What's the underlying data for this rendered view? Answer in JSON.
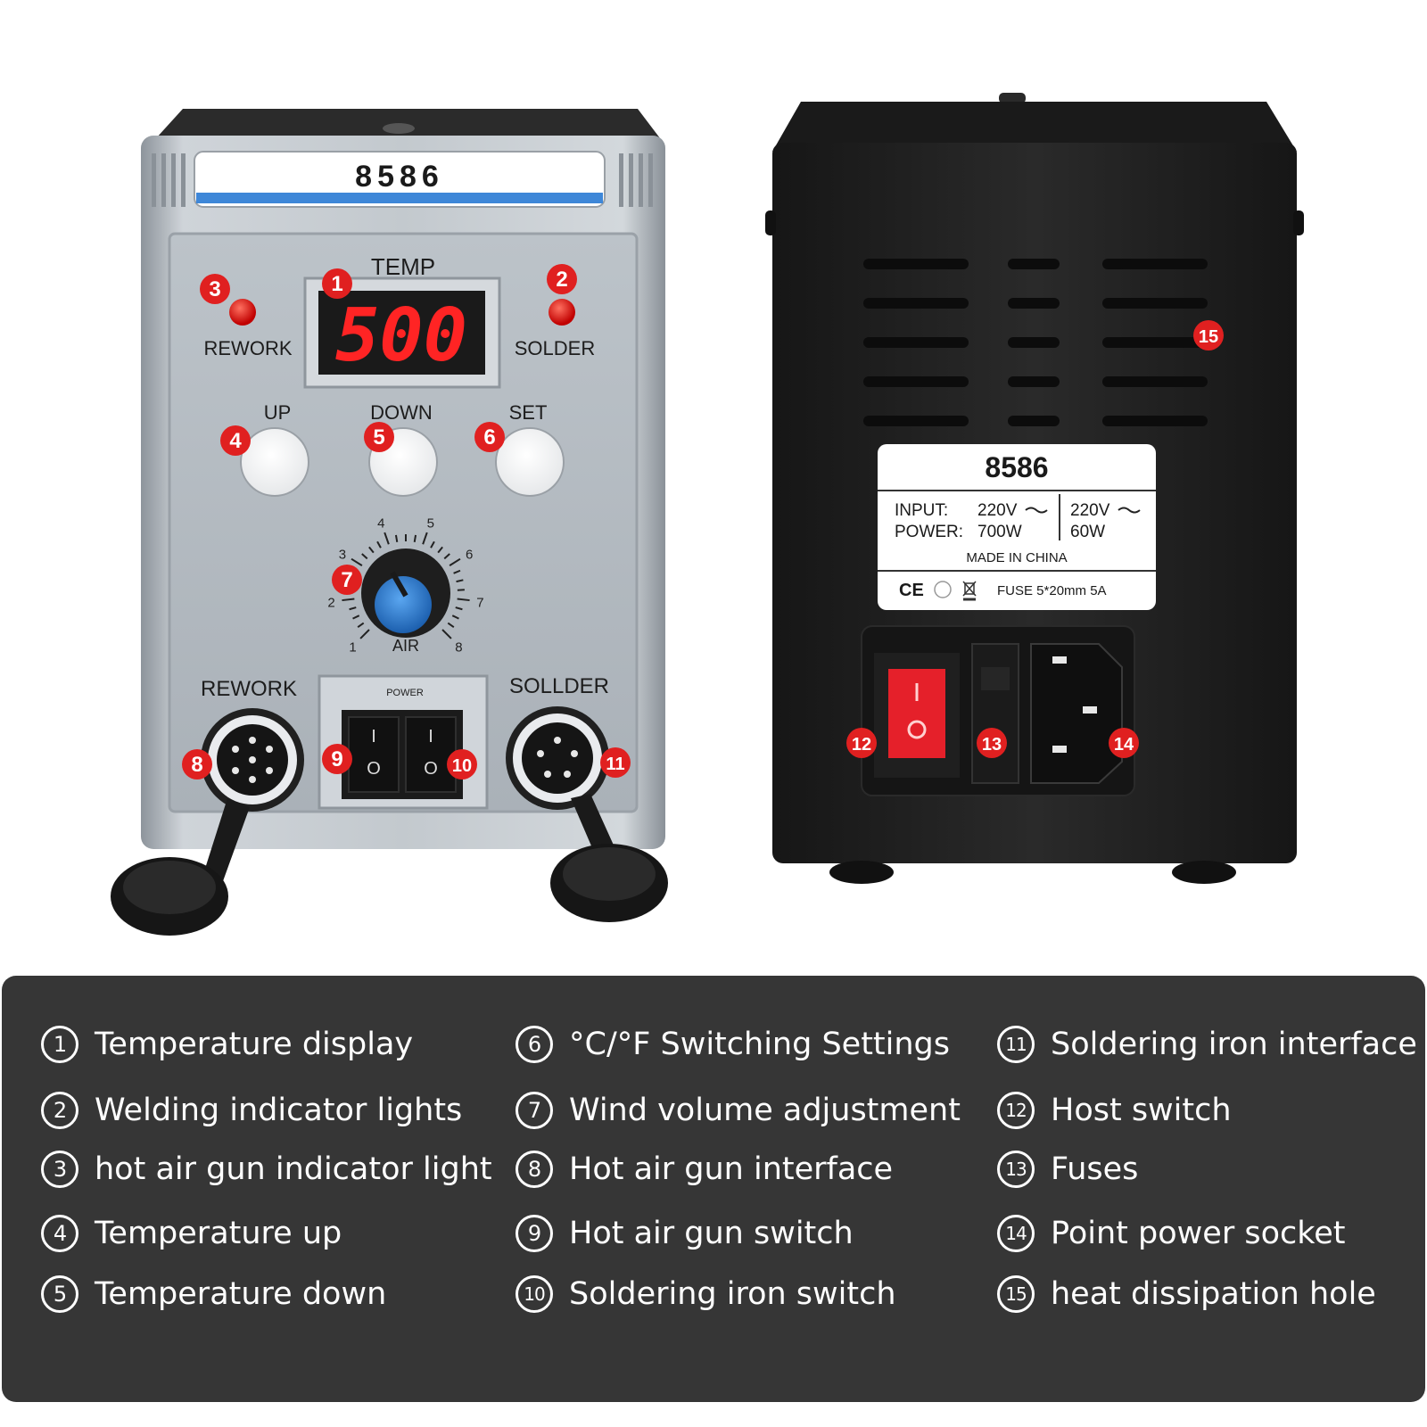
{
  "front_panel": {
    "model": "8586",
    "temp_label": "TEMP",
    "display_value": "500",
    "rework_light_label": "REWORK",
    "solder_light_label": "SOLDER",
    "button_up_label": "UP",
    "button_down_label": "DOWN",
    "button_set_label": "SET",
    "dial_label": "AIR",
    "dial_ticks": [
      "1",
      "2",
      "3",
      "4",
      "5",
      "6",
      "7",
      "8"
    ],
    "rework_port_label": "REWORK",
    "solder_port_label": "SOLLDER",
    "power_label": "POWER",
    "switch_on_symbol": "I",
    "switch_off_symbol": "O"
  },
  "rear_panel": {
    "model": "8586",
    "input_label": "INPUT:",
    "power_label": "POWER:",
    "input_value_1": "220V",
    "power_value_1": "700W",
    "input_value_2": "220V",
    "power_value_2": "60W",
    "made_in": "MADE  IN  CHINA",
    "ce_mark": "CE",
    "fuse_text": "FUSE  5*20mm  5A"
  },
  "markers": [
    "1",
    "2",
    "3",
    "4",
    "5",
    "6",
    "7",
    "8",
    "9",
    "10",
    "11",
    "12",
    "13",
    "14",
    "15"
  ],
  "legend": [
    {
      "num": "1",
      "label": "Temperature display"
    },
    {
      "num": "2",
      "label": "Welding indicator lights"
    },
    {
      "num": "3",
      "label": "hot air gun indicator light"
    },
    {
      "num": "4",
      "label": "Temperature up"
    },
    {
      "num": "5",
      "label": "Temperature down"
    },
    {
      "num": "6",
      "label": "°C/°F Switching Settings"
    },
    {
      "num": "7",
      "label": "Wind volume adjustment"
    },
    {
      "num": "8",
      "label": "Hot air gun interface"
    },
    {
      "num": "9",
      "label": "Hot air gun switch"
    },
    {
      "num": "10",
      "label": "Soldering iron switch"
    },
    {
      "num": "11",
      "label": "Soldering iron interface"
    },
    {
      "num": "12",
      "label": "Host switch"
    },
    {
      "num": "13",
      "label": "Fuses"
    },
    {
      "num": "14",
      "label": "Point power socket"
    },
    {
      "num": "15",
      "label": "heat dissipation hole"
    }
  ],
  "colors": {
    "marker_red": "#e02020",
    "display_red": "#ff2020",
    "knob_blue": "#2f7fd6",
    "legend_bg": "#363636",
    "rear_body": "#222222",
    "front_silver": "#b8bec4"
  }
}
